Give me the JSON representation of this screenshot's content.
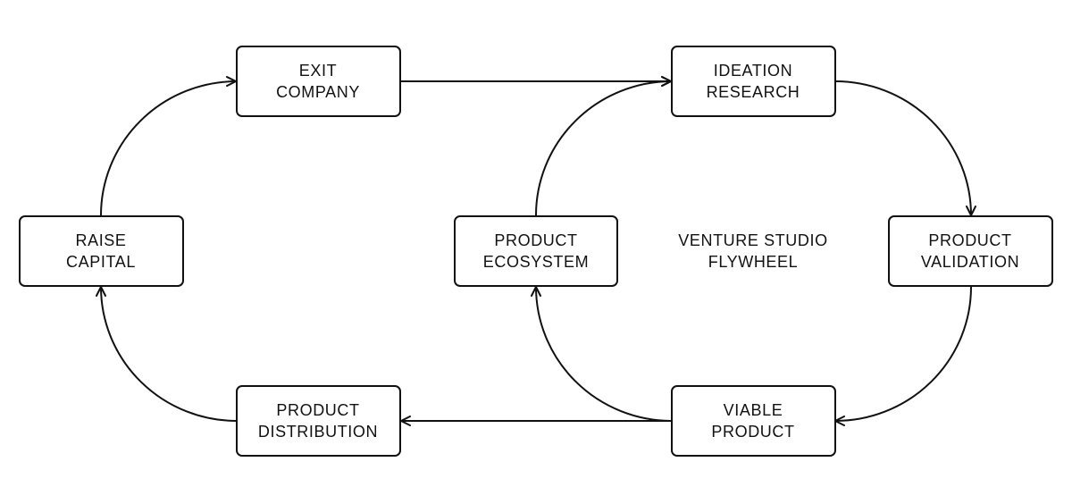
{
  "diagram": {
    "center_label": [
      "VENTURE STUDIO",
      "FLYWHEEL"
    ],
    "nodes": {
      "exit_company": [
        "EXIT",
        "COMPANY"
      ],
      "ideation_research": [
        "IDEATION",
        "RESEARCH"
      ],
      "raise_capital": [
        "RAISE",
        "CAPITAL"
      ],
      "product_ecosystem": [
        "PRODUCT",
        "ECOSYSTEM"
      ],
      "product_validation": [
        "PRODUCT",
        "VALIDATION"
      ],
      "product_distribution": [
        "PRODUCT",
        "DISTRIBUTION"
      ],
      "viable_product": [
        "VIABLE",
        "PRODUCT"
      ]
    },
    "edges": [
      {
        "from": "exit_company",
        "to": "ideation_research"
      },
      {
        "from": "ideation_research",
        "to": "product_validation"
      },
      {
        "from": "product_validation",
        "to": "viable_product"
      },
      {
        "from": "viable_product",
        "to": "product_distribution"
      },
      {
        "from": "viable_product",
        "to": "product_ecosystem"
      },
      {
        "from": "product_ecosystem",
        "to": "ideation_research"
      },
      {
        "from": "product_distribution",
        "to": "raise_capital"
      },
      {
        "from": "raise_capital",
        "to": "exit_company"
      }
    ]
  }
}
